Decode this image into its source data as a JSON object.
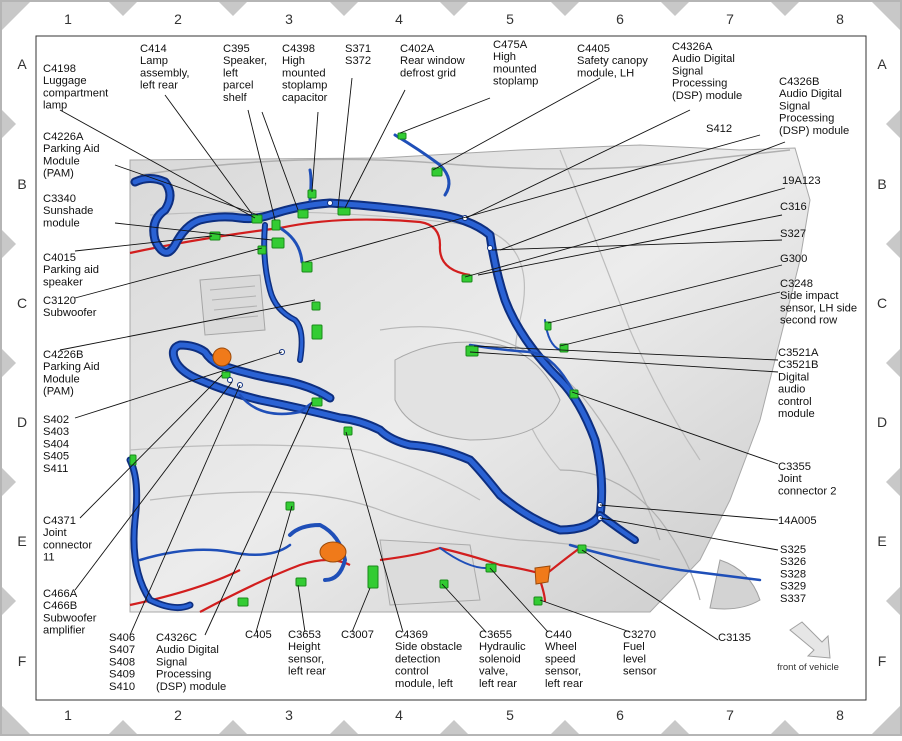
{
  "grid": {
    "columns": [
      "1",
      "2",
      "3",
      "4",
      "5",
      "6",
      "7",
      "8"
    ],
    "rows": [
      "A",
      "B",
      "C",
      "D",
      "E",
      "F"
    ]
  },
  "labels": [
    {
      "id": "c4198",
      "lines": [
        "C4198",
        "Luggage",
        "compartment",
        "lamp"
      ]
    },
    {
      "id": "c414",
      "lines": [
        "C414",
        "Lamp",
        "assembly,",
        "left rear"
      ]
    },
    {
      "id": "c395",
      "lines": [
        "C395",
        "Speaker,",
        "left",
        "parcel",
        "shelf"
      ]
    },
    {
      "id": "c4398",
      "lines": [
        "C4398",
        "High",
        "mounted",
        "stoplamp",
        "capacitor"
      ]
    },
    {
      "id": "s371",
      "lines": [
        "S371",
        "S372"
      ]
    },
    {
      "id": "c402a",
      "lines": [
        "C402A",
        "Rear window",
        "defrost grid"
      ]
    },
    {
      "id": "c475a",
      "lines": [
        "C475A",
        "High",
        "mounted",
        "stoplamp"
      ]
    },
    {
      "id": "c4405",
      "lines": [
        "C4405",
        "Safety canopy",
        "module, LH"
      ]
    },
    {
      "id": "c4326a",
      "lines": [
        "C4326A",
        "Audio Digital",
        "Signal",
        "Processing",
        "(DSP) module"
      ]
    },
    {
      "id": "c4326b",
      "lines": [
        "C4326B",
        "Audio Digital",
        "Signal",
        "Processing",
        "(DSP) module"
      ]
    },
    {
      "id": "s412",
      "lines": [
        "S412"
      ]
    },
    {
      "id": "c4226a",
      "lines": [
        "C4226A",
        "Parking Aid",
        "Module",
        "(PAM)"
      ]
    },
    {
      "id": "19a123",
      "lines": [
        "19A123"
      ]
    },
    {
      "id": "c3340",
      "lines": [
        "C3340",
        "Sunshade",
        "module"
      ]
    },
    {
      "id": "c316",
      "lines": [
        "C316"
      ]
    },
    {
      "id": "s327",
      "lines": [
        "S327"
      ]
    },
    {
      "id": "c4015",
      "lines": [
        "C4015",
        "Parking aid",
        "speaker"
      ]
    },
    {
      "id": "g300",
      "lines": [
        "G300"
      ]
    },
    {
      "id": "c3248",
      "lines": [
        "C3248",
        "Side impact",
        "sensor, LH side",
        "second row"
      ]
    },
    {
      "id": "c3120",
      "lines": [
        "C3120",
        "Subwoofer"
      ]
    },
    {
      "id": "c4226b",
      "lines": [
        "C4226B",
        "Parking Aid",
        "Module",
        "(PAM)"
      ]
    },
    {
      "id": "c3521",
      "lines": [
        "C3521A",
        "C3521B",
        "Digital",
        "audio",
        "control",
        "module"
      ]
    },
    {
      "id": "s402",
      "lines": [
        "S402",
        "S403",
        "S404",
        "S405",
        "S411"
      ]
    },
    {
      "id": "c3355",
      "lines": [
        "C3355",
        "Joint",
        "connector 2"
      ]
    },
    {
      "id": "c4371",
      "lines": [
        "C4371",
        "Joint",
        "connector",
        "11"
      ]
    },
    {
      "id": "14a005",
      "lines": [
        "14A005"
      ]
    },
    {
      "id": "c466",
      "lines": [
        "C466A",
        "C466B",
        "Subwoofer",
        "amplifier"
      ]
    },
    {
      "id": "s325",
      "lines": [
        "S325",
        "S326",
        "S328",
        "S329",
        "S337"
      ]
    },
    {
      "id": "s406",
      "lines": [
        "S406",
        "S407",
        "S408",
        "S409",
        "S410"
      ]
    },
    {
      "id": "c4326c",
      "lines": [
        "C4326C",
        "Audio Digital",
        "Signal",
        "Processing",
        "(DSP) module"
      ]
    },
    {
      "id": "c405",
      "lines": [
        "C405"
      ]
    },
    {
      "id": "c3653",
      "lines": [
        "C3653",
        "Height",
        "sensor,",
        "left rear"
      ]
    },
    {
      "id": "c3007",
      "lines": [
        "C3007"
      ]
    },
    {
      "id": "c4369",
      "lines": [
        "C4369",
        "Side obstacle",
        "detection",
        "control",
        "module, left"
      ]
    },
    {
      "id": "c3655",
      "lines": [
        "C3655",
        "Hydraulic",
        "solenoid",
        "valve,",
        "left rear"
      ]
    },
    {
      "id": "c440",
      "lines": [
        "C440",
        "Wheel",
        "speed",
        "sensor,",
        "left rear"
      ]
    },
    {
      "id": "c3270",
      "lines": [
        "C3270",
        "Fuel",
        "level",
        "sensor"
      ]
    },
    {
      "id": "c3135",
      "lines": [
        "C3135"
      ]
    }
  ],
  "front_label": "front of vehicle",
  "colors": {
    "harness": "#1f4fb8",
    "harness_dark": "#0e2f80",
    "red_wire": "#d21e1e",
    "connector": "#33cc33",
    "leader": "#111111",
    "frame": "#c8c8c8",
    "orange": "#f07a1a"
  }
}
